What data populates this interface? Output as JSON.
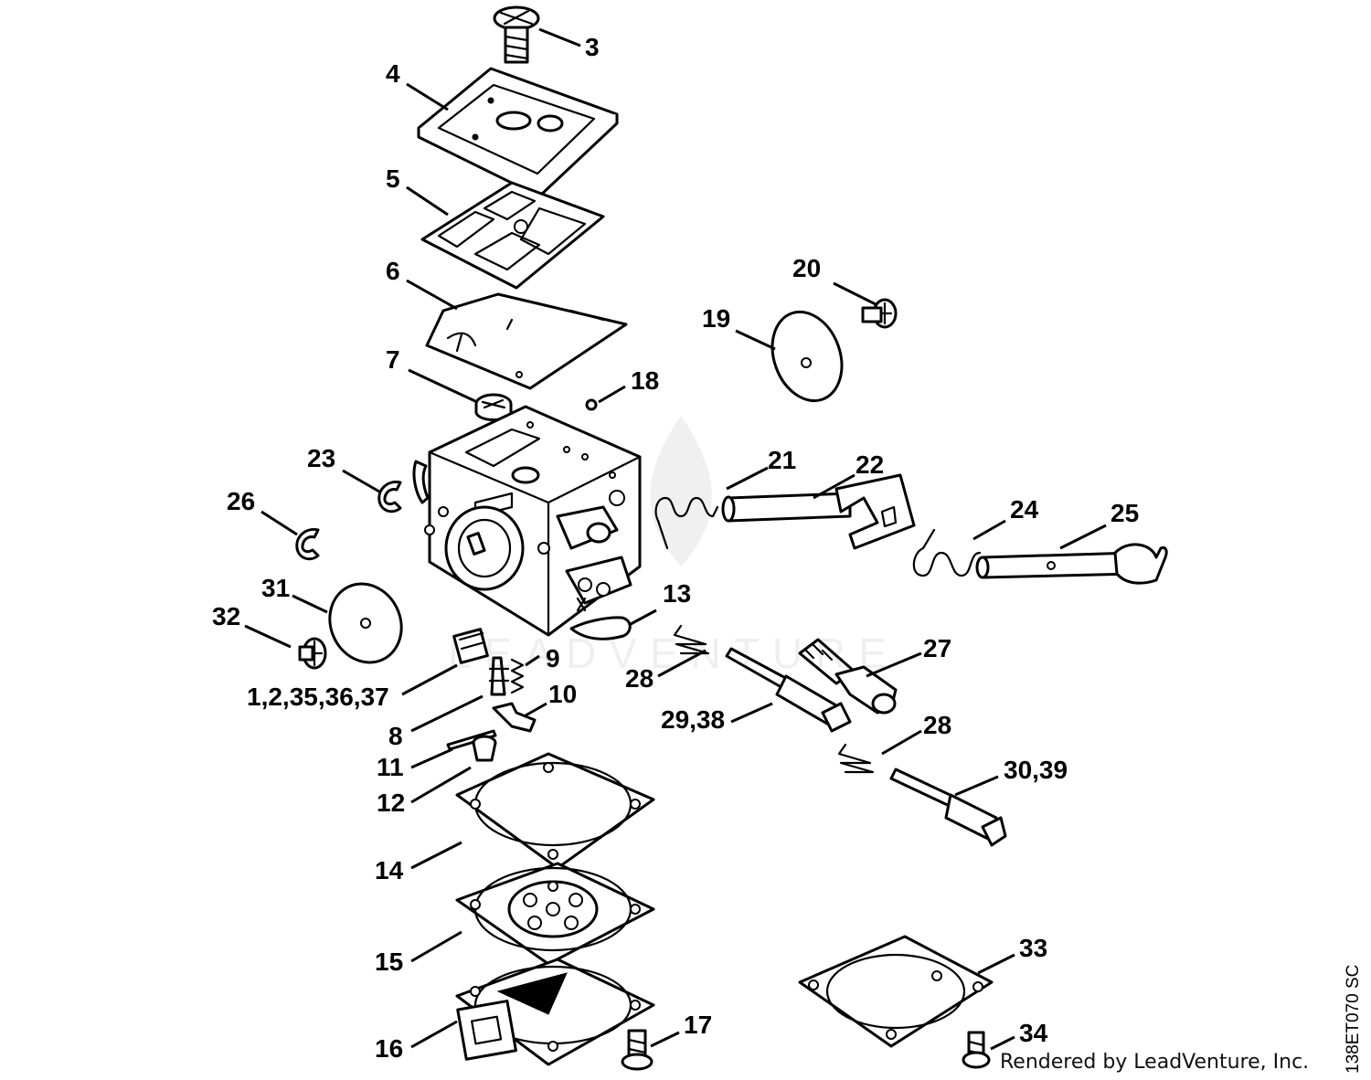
{
  "callouts": {
    "c3": "3",
    "c4": "4",
    "c5": "5",
    "c6": "6",
    "c7": "7",
    "c18": "18",
    "c19": "19",
    "c20": "20",
    "c21": "21",
    "c22": "22",
    "c23": "23",
    "c24": "24",
    "c25": "25",
    "c26": "26",
    "c27": "27",
    "c28a": "28",
    "c28b": "28",
    "c2938": "29,38",
    "c3039": "30,39",
    "c31": "31",
    "c32": "32",
    "c1_37": "1,2,35,36,37",
    "c8": "8",
    "c9": "9",
    "c10": "10",
    "c11": "11",
    "c12": "12",
    "c13": "13",
    "c14": "14",
    "c15": "15",
    "c16": "16",
    "c17": "17",
    "c33": "33",
    "c34": "34"
  },
  "credit": "Rendered by LeadVenture, Inc.",
  "reference_code": "138ET070 SC",
  "watermark_text": "LEADVENTURE",
  "colors": {
    "ink": "#000000",
    "paper": "#ffffff"
  }
}
